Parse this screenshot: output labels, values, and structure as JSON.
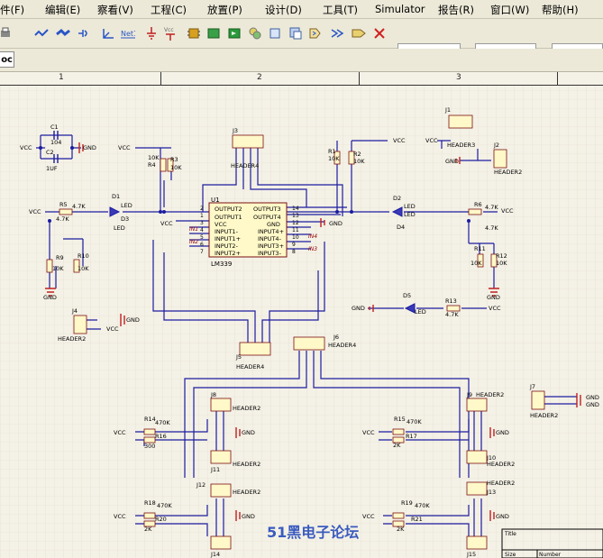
{
  "menu": {
    "items": [
      "件(F)",
      "编辑(E)",
      "察看(V)",
      "工程(C)",
      "放置(P)",
      "设计(D)",
      "工具(T)",
      "Simulator",
      "报告(R)",
      "窗口(W)",
      "帮助(H)"
    ]
  },
  "document_tab": {
    "label": "oc"
  },
  "ruler": {
    "zones": [
      "1",
      "2",
      "3"
    ]
  },
  "watermark": "51黑电子论坛",
  "schematic": {
    "net_labels": {
      "vcc": "VCC",
      "gnd": "GND"
    },
    "ic": {
      "ref": "U1",
      "part": "LM339",
      "left_pins": [
        {
          "num": "2",
          "name": "OUTPUT2"
        },
        {
          "num": "1",
          "name": "OUTPUT1"
        },
        {
          "num": "3",
          "name": "VCC"
        },
        {
          "num": "4",
          "name": "INPUT1-"
        },
        {
          "num": "5",
          "name": "INPUT1+"
        },
        {
          "num": "6",
          "name": "INPUT2-"
        },
        {
          "num": "7",
          "name": "INPUT2+"
        }
      ],
      "right_pins": [
        {
          "num": "14",
          "name": "OUTPUT3"
        },
        {
          "num": "13",
          "name": "OUTPUT4"
        },
        {
          "num": "12",
          "name": "GND"
        },
        {
          "num": "11",
          "name": "INPUT4+"
        },
        {
          "num": "10",
          "name": "INPUT4-"
        },
        {
          "num": "9",
          "name": "INPUT3+"
        },
        {
          "num": "8",
          "name": "INPUT3-"
        }
      ],
      "net_tags": {
        "n1": "IN1",
        "n2": "IN2",
        "n4": "IN4",
        "n3": "IN3"
      }
    },
    "caps": {
      "c1": "C1",
      "c1v": "104",
      "c2": "C2",
      "c2v": "1UF"
    },
    "resistors": {
      "r1": "R1",
      "r1v": "10K",
      "r2": "R2",
      "r2v": "10K",
      "r3": "R3",
      "r3v": "10K",
      "r4": "R4",
      "r4v": "10K",
      "r5": "R5",
      "r5v": "4.7K",
      "r5v2": "4.7K",
      "r6": "R6",
      "r6v": "4.7K",
      "r6v2": "4.7K",
      "r9": "R9",
      "r9v": "10K",
      "r10": "R10",
      "r10v": "10K",
      "r11": "R11",
      "r11v": "10K",
      "r12": "R12",
      "r12v": "10K",
      "r13": "R13",
      "r13v": "4.7K",
      "r14": "R14",
      "r14v": "470K",
      "r16": "R16",
      "r16v": "300",
      "r15": "R15",
      "r15v": "470K",
      "r17": "R17",
      "r17v": "2K",
      "r18": "R18",
      "r18v": "470K",
      "r20": "R20",
      "r20v": "2K",
      "r19": "R19",
      "r19v": "470K",
      "r21": "R21",
      "r21v": "2K"
    },
    "leds": {
      "d1": "D1",
      "d2": "D2",
      "d3": "D3",
      "d4": "D4",
      "d5": "D5",
      "l1": "LED",
      "l2": "LED",
      "l3": "LED",
      "l4": "LED",
      "l5": "LED"
    },
    "headers": {
      "j1": "J1",
      "j1t": "HEADER3",
      "j2": "J2",
      "j2t": "HEADER2",
      "j3": "J3",
      "j3t": "HEADER4",
      "j4": "J4",
      "j4t": "HEADER2",
      "j5": "J5",
      "j5t": "HEADER4",
      "j6": "J6",
      "j6t": "HEADER4",
      "j7": "J7",
      "j7t": "HEADER2",
      "j8": "J8",
      "j8t": "HEADER2",
      "j9": "J9",
      "j9t": "HEADER2",
      "j10": "J10",
      "j10t": "HEADER2",
      "j11": "J11",
      "j11t": "HEADER2",
      "j12": "J12",
      "j12t": "HEADER2",
      "j13": "J13",
      "j13t": "HEADER2",
      "j14": "J14",
      "j15": "J15"
    },
    "title_block": {
      "title": "Title",
      "size": "Size",
      "number": "Number"
    }
  }
}
